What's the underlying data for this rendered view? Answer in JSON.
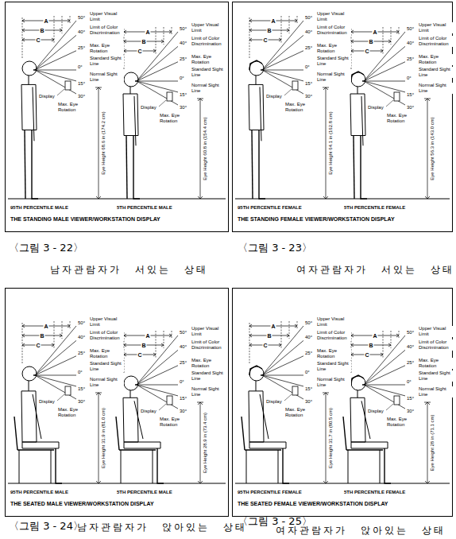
{
  "diagram": {
    "nodes": [
      {
        "text": [
          "95TH PERCENTILE MALE",
          "5TH PERCENTILE MALE",
          "THE STANDING MALE VIEWER/WORKSTATION DISPLAY"
        ]
      },
      {
        "text": [
          "95TH PERCENTILE FEMALE",
          "5TH PERCENTILE FEMALE",
          "THE STANDING FEMALE VIEWER/WORKSTATION DISPLAY"
        ]
      },
      {
        "text": [
          "95TH PERCENTILE MALE",
          "5TH PERCENTILE MALE",
          "THE SEATED MALE VIEWER/WORKSTATION DISPLAY"
        ]
      },
      {
        "text": [
          "95TH PERCENTILE FEMALE",
          "5TH PERCENTILE FEMALE",
          "THE SEATED FEMALE VIEWER/WORKSTATION DISPLAY"
        ]
      }
    ],
    "labels": [
      "A",
      "B",
      "C",
      "Upper Visual Limit",
      "Limit of Color Discrimination",
      "Max. Eye Rotation",
      "Standard Sight Line",
      "Normal Sight Line",
      "Display",
      "Max. Eye Rotation",
      "50°",
      "40°",
      "25°",
      "0°",
      "15°",
      "30°",
      "Eye Height 68.6 in (174.2 cm)",
      "A",
      "B",
      "C",
      "Upper Visual Limit",
      "Limit of Color Discrimination",
      "Max. Eye Rotation",
      "Standard Sight Line",
      "Normal Sight Line",
      "Display",
      "Max. Eye Rotation",
      "50°",
      "40°",
      "25°",
      "0°",
      "15°",
      "30°",
      "Eye Height 60.8 in (154.4 cm)",
      "〈그림 3 - 22〉",
      "남자관람자가 서있는 상태",
      "A",
      "B",
      "C",
      "Upper Visual Limit",
      "Limit of Color Discrimination",
      "Max. Eye Rotation",
      "Standard Sight Line",
      "Normal Sight Line",
      "Display",
      "Max. Eye Rotation",
      "50°",
      "40°",
      "25°",
      "0°",
      "15°",
      "30°",
      "Eye Height 64.1 in (162.8 cm)",
      "A",
      "B",
      "C",
      "Upper Visual Limit",
      "Limit of Color Discrimination",
      "Max. Eye Rotation",
      "Standard Sight Line",
      "Normal Sight Line",
      "Display",
      "Max. Eye Rotation",
      "50°",
      "40°",
      "25°",
      "0°",
      "15°",
      "30°",
      "Eye Height 56.3 in (143.0 cm)",
      "〈그림 3 - 23〉",
      "여자관람자가 서있는 상태",
      "A",
      "B",
      "C",
      "Upper Visual Limit",
      "Limit of Color Discrimination",
      "Max. Eye Rotation",
      "Standard Sight Line",
      "Normal Sight Line",
      "Display",
      "Max. Eye Rotation",
      "50°",
      "40°",
      "25°",
      "0°",
      "15°",
      "30°",
      "Eye Height 31.9 in (81.0 cm)",
      "A",
      "B",
      "C",
      "Upper Visual Limit",
      "Limit of Color Discrimination",
      "Max. Eye Rotation",
      "Standard Sight Line",
      "Normal Sight Line",
      "Display",
      "Max. Eye Rotation",
      "50°",
      "40°",
      "25°",
      "0°",
      "15°",
      "30°",
      "Eye Height 28.9 in (73.4 cm)",
      "〈그림 3 - 24〉",
      "남자관람자가 앉아있는 상태",
      "A",
      "B",
      "C",
      "Upper Visual Limit",
      "Limit of Color Discrimination",
      "Max. Eye Rotation",
      "Standard Sight Line",
      "Normal Sight Line",
      "Display",
      "Max. Eye Rotation",
      "50°",
      "40°",
      "25°",
      "0°",
      "15°",
      "30°",
      "Eye Height 31.7 in (80.5 cm)",
      "A",
      "B",
      "C",
      "Upper Visual Limit",
      "Limit of Color Discrimination",
      "Max. Eye Rotation",
      "Standard Sight Line",
      "Normal Sight Line",
      "Display",
      "Max. Eye Rotation",
      "50°",
      "40°",
      "25°",
      "0°",
      "15°",
      "30°",
      "Eye Height 28 in (71.1 cm)",
      "〈그림 3 - 25〉",
      "여자관람자가 앉아있는 상태"
    ]
  }
}
